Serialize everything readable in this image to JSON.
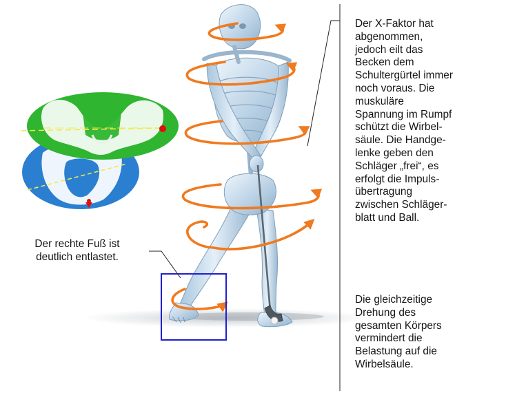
{
  "right_text": {
    "paragraph_1": "Der X-Faktor hat\nabgenommen,\njedoch eilt das\nBecken dem\nSchultergürtel immer\nnoch voraus. Die\nmuskuläre\nSpannung im Rumpf\nschützt die Wirbel-\nsäule. Die Handge-\nlenke geben den\nSchläger „frei“, es\nerfolgt die Impuls-\nübertragung\nzwischen Schläger-\nblatt und Ball.",
    "paragraph_2": "Die  gleichzeitige\nDrehung des\ngesamten Körpers\nvermindert die\nBelastung auf die\nWirbelsäule."
  },
  "left_text": {
    "foot_note": "Der rechte Fuß ist\ndeutlich entlastet."
  },
  "colors": {
    "pelvis_top_fill": "#2fb52f",
    "pelvis_bottom_fill": "#2a7fd0",
    "rotation_arrow": "#f07a1e",
    "highlight_box": "#1f1fd0",
    "skeleton": "#c8dcea",
    "leader_line": "#222222",
    "marker_red": "#e01010"
  }
}
